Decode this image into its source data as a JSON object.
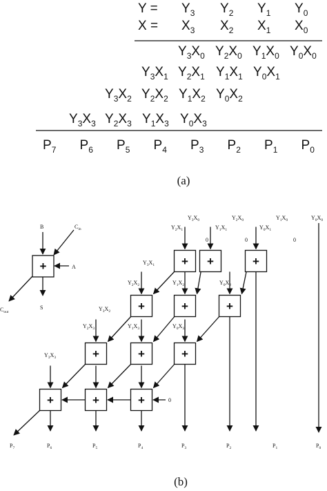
{
  "part_a": {
    "caption": "(a)",
    "y_label": "Y =",
    "x_label": "X =",
    "y_terms": [
      [
        "Y",
        "3"
      ],
      [
        "Y",
        "2"
      ],
      [
        "Y",
        "1"
      ],
      [
        "Y",
        "0"
      ]
    ],
    "x_terms": [
      [
        "X",
        "3"
      ],
      [
        "X",
        "2"
      ],
      [
        "X",
        "1"
      ],
      [
        "X",
        "0"
      ]
    ],
    "partial_rows": [
      [
        [
          "Y",
          "3",
          "X",
          "0"
        ],
        [
          "Y",
          "2",
          "X",
          "0"
        ],
        [
          "Y",
          "1",
          "X",
          "0"
        ],
        [
          "Y",
          "0",
          "X",
          "0"
        ]
      ],
      [
        [
          "Y",
          "3",
          "X",
          "1"
        ],
        [
          "Y",
          "2",
          "X",
          "1"
        ],
        [
          "Y",
          "1",
          "X",
          "1"
        ],
        [
          "Y",
          "0",
          "X",
          "1"
        ]
      ],
      [
        [
          "Y",
          "3",
          "X",
          "2"
        ],
        [
          "Y",
          "2",
          "X",
          "2"
        ],
        [
          "Y",
          "1",
          "X",
          "2"
        ],
        [
          "Y",
          "0",
          "X",
          "2"
        ]
      ],
      [
        [
          "Y",
          "3",
          "X",
          "3"
        ],
        [
          "Y",
          "2",
          "X",
          "3"
        ],
        [
          "Y",
          "1",
          "X",
          "3"
        ],
        [
          "Y",
          "0",
          "X",
          "3"
        ]
      ]
    ],
    "products": [
      [
        "P",
        "7"
      ],
      [
        "P",
        "6"
      ],
      [
        "P",
        "5"
      ],
      [
        "P",
        "4"
      ],
      [
        "P",
        "3"
      ],
      [
        "P",
        "2"
      ],
      [
        "P",
        "1"
      ],
      [
        "P",
        "0"
      ]
    ]
  },
  "part_b": {
    "caption": "(b)",
    "legend": {
      "symbol": "+",
      "input_b": "B",
      "input_a": "A",
      "carry_in": [
        "C",
        "in"
      ],
      "carry_out": [
        "C",
        "out"
      ],
      "sum": "S"
    },
    "cell_symbol": "+",
    "zero": "0",
    "top_inputs": [
      [
        "Y",
        "3",
        "X",
        "0"
      ],
      [
        "Y",
        "2",
        "X",
        "0"
      ],
      [
        "Y",
        "1",
        "X",
        "0"
      ],
      [
        "Y",
        "0",
        "X",
        "0"
      ],
      [
        "Y",
        "2",
        "X",
        "1"
      ],
      [
        "Y",
        "1",
        "X",
        "1"
      ],
      [
        "Y",
        "0",
        "X",
        "1"
      ]
    ],
    "side_inputs": [
      [
        "Y",
        "3",
        "X",
        "1"
      ],
      [
        "Y",
        "2",
        "X",
        "2"
      ],
      [
        "Y",
        "1",
        "X",
        "2"
      ],
      [
        "Y",
        "0",
        "X",
        "2"
      ],
      [
        "Y",
        "3",
        "X",
        "2"
      ],
      [
        "Y",
        "2",
        "X",
        "3"
      ],
      [
        "Y",
        "1",
        "X",
        "3"
      ],
      [
        "Y",
        "0",
        "X",
        "3"
      ],
      [
        "Y",
        "3",
        "X",
        "3"
      ]
    ],
    "outputs": [
      [
        "P",
        "7"
      ],
      [
        "P",
        "6"
      ],
      [
        "P",
        "5"
      ],
      [
        "P",
        "4"
      ],
      [
        "P",
        "3"
      ],
      [
        "P",
        "2"
      ],
      [
        "P",
        "1"
      ],
      [
        "P",
        "0"
      ]
    ]
  }
}
